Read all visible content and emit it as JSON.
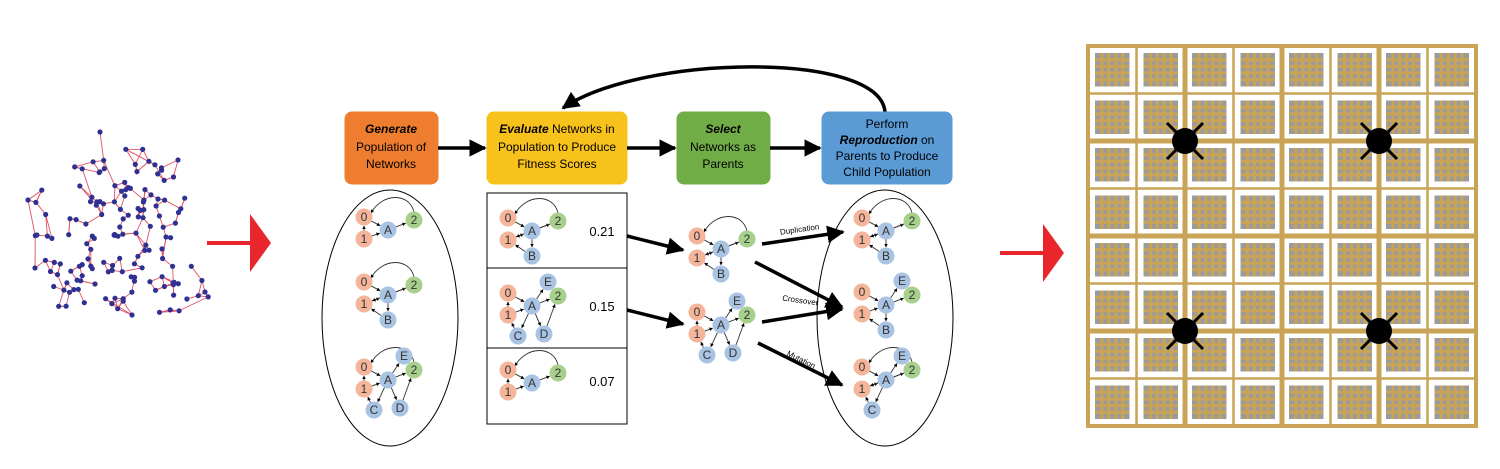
{
  "steps": [
    {
      "em": "Generate",
      "rest": [
        "Population of",
        "Networks"
      ],
      "color": "#EE7D2F"
    },
    {
      "em": "Evaluate",
      "rest_first": " Networks in",
      "rest": [
        "Population to Produce",
        "Fitness Scores"
      ],
      "color": "#F8C21C"
    },
    {
      "em": "Select",
      "rest": [
        "Networks as",
        "Parents"
      ],
      "color": "#70AD47"
    },
    {
      "pre": "Perform",
      "em": "Reproduction",
      "em_suffix": " on",
      "rest": [
        "Parents to Produce",
        "Child Population"
      ],
      "color": "#5B9BD5"
    }
  ],
  "scores": [
    "0.21",
    "0.15",
    "0.07"
  ],
  "operations": [
    "Duplication",
    "Crossover",
    "Mutation"
  ],
  "node_labels": {
    "in0": "0",
    "in1": "1",
    "a": "A",
    "out": "2",
    "b": "B",
    "c": "C",
    "d": "D",
    "e": "E"
  },
  "colors": {
    "input_node": "#F4B59B",
    "hidden_node": "#A9C3E3",
    "output_node": "#A8D08D",
    "arrow_red": "#E8262B",
    "graph_edge": "#E05060",
    "graph_node": "#2E3192",
    "chip_gold": "#C9A456",
    "chip_grey": "#9B9B9B"
  }
}
